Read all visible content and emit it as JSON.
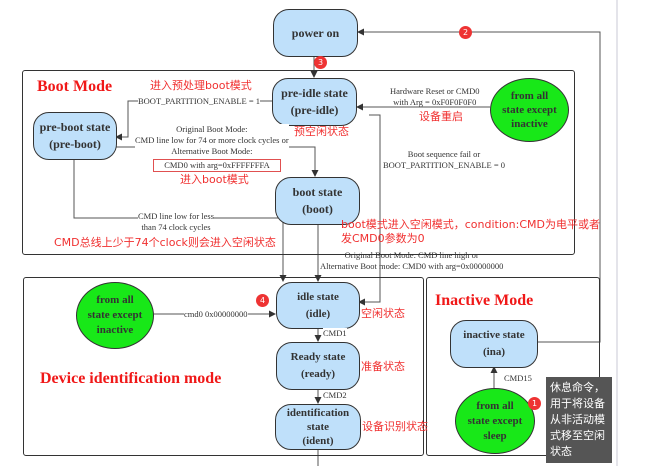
{
  "states": {
    "power_on": "power on",
    "pre_idle": [
      "pre-idle state",
      "(pre-idle)"
    ],
    "pre_boot": [
      "pre-boot state",
      "(pre-boot)"
    ],
    "boot": [
      "boot state",
      "(boot)"
    ],
    "idle": [
      "idle state",
      "(idle)"
    ],
    "ready": [
      "Ready state",
      "(ready)"
    ],
    "ident": [
      "identification",
      "state",
      "(ident)"
    ],
    "inactive": [
      "inactive state",
      "(ina)"
    ]
  },
  "sources": {
    "boot_from_all": [
      "from all",
      "state except",
      "inactive"
    ],
    "dev_from_all": [
      "from all",
      "state except",
      "inactive"
    ],
    "sleep_from_all": [
      "from all",
      "state except",
      "sleep"
    ]
  },
  "modes": {
    "boot": "Boot Mode",
    "device": "Device identification mode",
    "inactive": "Inactive Mode"
  },
  "transitions": {
    "boot_partition_1": "BOOT_PARTITION_ENABLE = 1",
    "orig_boot": [
      "Original Boot Mode:",
      "CMD line low for 74 or more clock cycles or",
      "Alternative Boot Mode:"
    ],
    "cmd0_ffa": "CMD0 with arg=0xFFFFFFFA",
    "cmd_low_less": [
      "CMD line low for less",
      "than 74 clock cycles"
    ],
    "hw_reset": [
      "Hardware Reset or CMD0",
      "with Arg = 0xF0F0F0F0"
    ],
    "boot_fail": [
      "Boot sequence fail or",
      "BOOT_PARTITION_ENABLE = 0"
    ],
    "boot_to_idle": [
      "Original Boot Mode: CMD line high or",
      "Alternative Boot mode: CMD0 with arg=0x00000000"
    ],
    "cmd0_zero": "cmd0 0x00000000",
    "cmd1": "CMD1",
    "cmd2": "CMD2",
    "cmd15": "CMD15"
  },
  "annotations": {
    "preprocess": "进入预处理boot模式",
    "pre_idle": "预空闲状态",
    "enter_boot": "进入boot模式",
    "cmd_less": "CMD总线上少于74个clock则会进入空闲状态",
    "reset": "设备重启",
    "boot_idle": [
      "boot模式进入空闲模式，condition:CMD为电平或者",
      "发CMD0参数为0"
    ],
    "idle": "空闲状态",
    "ready": "准备状态",
    "ident": "设备识别状态"
  },
  "badges": [
    "1",
    "2",
    "3",
    "4"
  ],
  "tooltip": [
    "休息命令，",
    "用于将设备",
    "从非活动模",
    "式移至空闲",
    "状态"
  ],
  "colors": {
    "state_fill": "#bfe0fa",
    "source_fill": "#18e818",
    "annotation": "#f03030"
  }
}
